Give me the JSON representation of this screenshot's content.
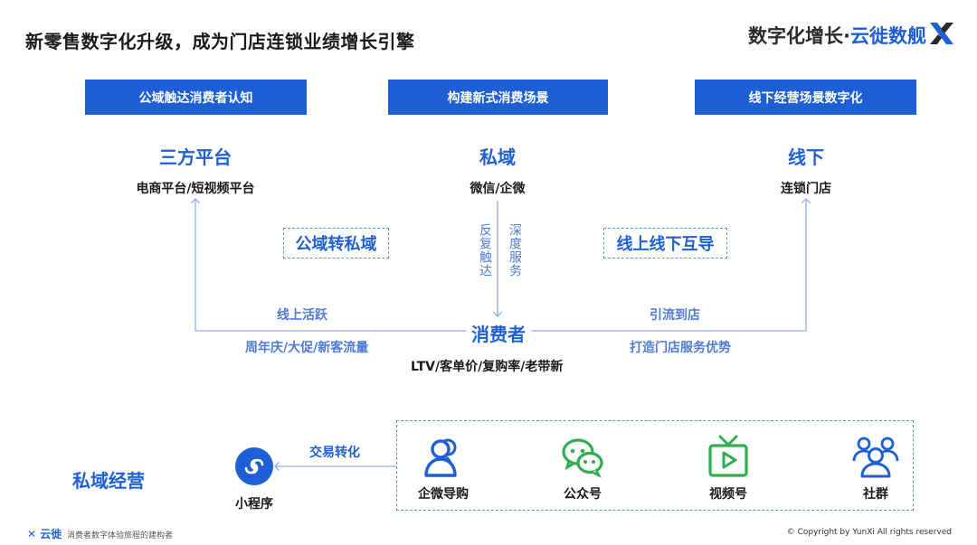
{
  "header": {
    "title": "新零售数字化升级，成为门店连锁业绩增长引擎",
    "brand_left": "数字化增长·",
    "brand_right": "云徙数舰"
  },
  "banners": [
    {
      "label": "公域触达消费者认知"
    },
    {
      "label": "构建新式消费场景"
    },
    {
      "label": "线下经营场景数字化"
    }
  ],
  "columns": [
    {
      "title": "三方平台",
      "subtitle": "电商平台/短视频平台"
    },
    {
      "title": "私域",
      "subtitle": "微信/企微"
    },
    {
      "title": "线下",
      "subtitle": "连锁门店"
    }
  ],
  "transitions": {
    "public_to_private": "公域转私域",
    "online_offline": "线上线下互导"
  },
  "vertical_labels": {
    "left": "反复触达",
    "right": "深度服务"
  },
  "flows": {
    "left_top": "线上活跃",
    "left_bottom": "周年庆/大促/新客流量",
    "right_top": "引流到店",
    "right_bottom": "打造门店服务优势"
  },
  "center": {
    "consumer": "消费者",
    "metrics": "LTV/客单价/复购率/老带新"
  },
  "bottom": {
    "section_title": "私域经营",
    "conversion_label": "交易转化",
    "mini_program": "小程序",
    "channels": [
      {
        "label": "企微导购",
        "icon": "users-icon"
      },
      {
        "label": "公众号",
        "icon": "wechat-icon"
      },
      {
        "label": "视频号",
        "icon": "video-channel-icon"
      },
      {
        "label": "社群",
        "icon": "group-icon"
      }
    ]
  },
  "footer": {
    "logo": "云徙",
    "slogan": "消费者数字体验旅程的建构者",
    "copyright": "© Copyright by YunXi All rights reserved"
  },
  "colors": {
    "primary": "#1f5fd6",
    "line": "#8fb0e6",
    "accent_text": "#4f7bd6"
  }
}
